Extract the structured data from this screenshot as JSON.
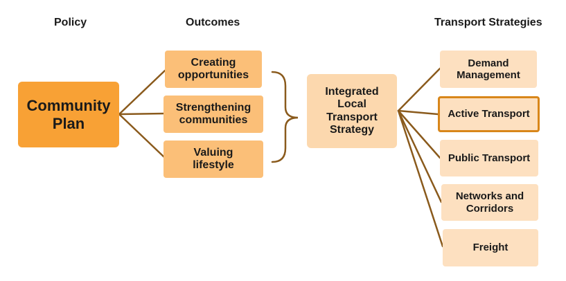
{
  "headings": {
    "policy": "Policy",
    "outcomes": "Outcomes",
    "strategies": "Transport Strategies"
  },
  "policy_box": {
    "label": "Community\nPlan"
  },
  "outcomes": [
    {
      "label": "Creating\nopportunities"
    },
    {
      "label": "Strengthening\ncommunities"
    },
    {
      "label": "Valuing\nlifestyle"
    }
  ],
  "center_box": {
    "label": "Integrated\nLocal\nTransport\nStrategy"
  },
  "strategies": [
    {
      "label": "Demand\nManagement",
      "highlighted": false
    },
    {
      "label": "Active Transport",
      "highlighted": true
    },
    {
      "label": "Public Transport",
      "highlighted": false
    },
    {
      "label": "Networks and\nCorridors",
      "highlighted": false
    },
    {
      "label": "Freight",
      "highlighted": false
    }
  ],
  "colors": {
    "policy": "#f8a135",
    "outcome": "#fbbf78",
    "center": "#fcd8ae",
    "strategy": "#fde0c0",
    "highlight_border": "#d8861a",
    "connector": "#8a5a1c"
  }
}
